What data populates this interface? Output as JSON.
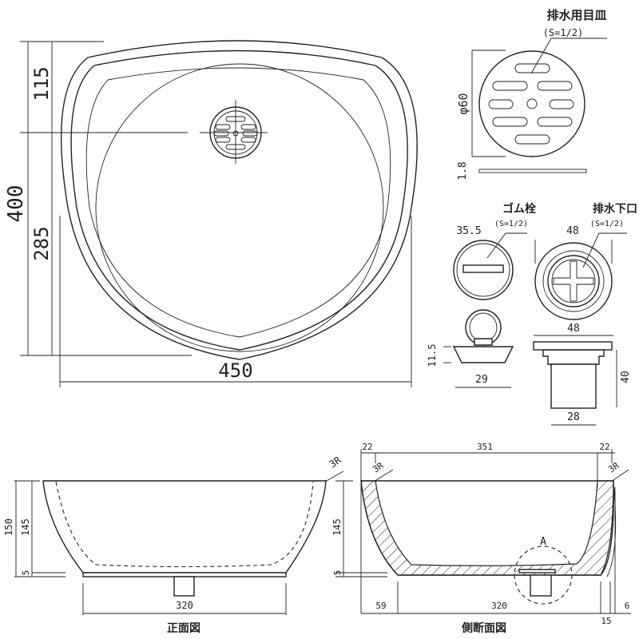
{
  "top_view": {
    "dim_total_depth": "400",
    "dim_front": "115",
    "dim_back": "285",
    "dim_width": "450"
  },
  "drain_grate": {
    "title": "排水用目皿",
    "spec": "(S=1/2)",
    "dim_diameter": "φ60",
    "dim_thickness": "1.8"
  },
  "rubber_plug": {
    "title": "ゴム栓",
    "spec": "(S=1/2)",
    "dim_diameter": "35.5",
    "dim_height": "11.5",
    "dim_bottom": "29"
  },
  "drain_outlet": {
    "title": "排水下口",
    "spec": "(S=1/2)",
    "dim_top": "48",
    "dim_flange": "48",
    "dim_height": "40",
    "dim_pipe": "28"
  },
  "front_view": {
    "caption": "正面図",
    "dim_total": "150",
    "dim_body": "145",
    "dim_base": "5",
    "dim_bottom": "320",
    "radius": "3R"
  },
  "side_section": {
    "caption": "側断面図",
    "dim_left_wall": "22",
    "dim_inner": "351",
    "dim_right_wall": "22",
    "dim_left_offset": "59",
    "dim_bottom": "320",
    "dim_right_a": "15",
    "dim_right_b": "6",
    "dim_body": "145",
    "dim_base": "5",
    "radius_left": "3R",
    "radius_right": "3R",
    "detail_label": "A"
  }
}
